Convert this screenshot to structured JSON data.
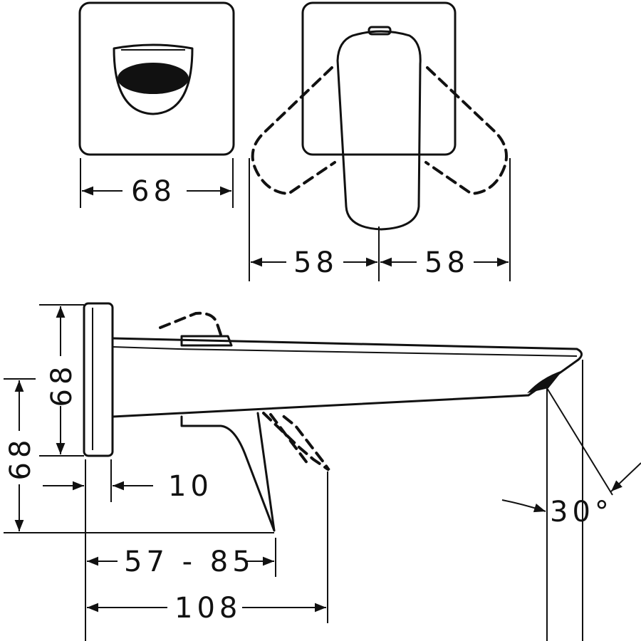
{
  "dimensions": {
    "front_width": "68",
    "swing_left": "58",
    "swing_right": "58",
    "plate_height": "68",
    "outlet_height": "68",
    "plate_depth": "10",
    "projection_range": "57 - 85",
    "total_projection": "108",
    "spray_angle": "30°"
  }
}
